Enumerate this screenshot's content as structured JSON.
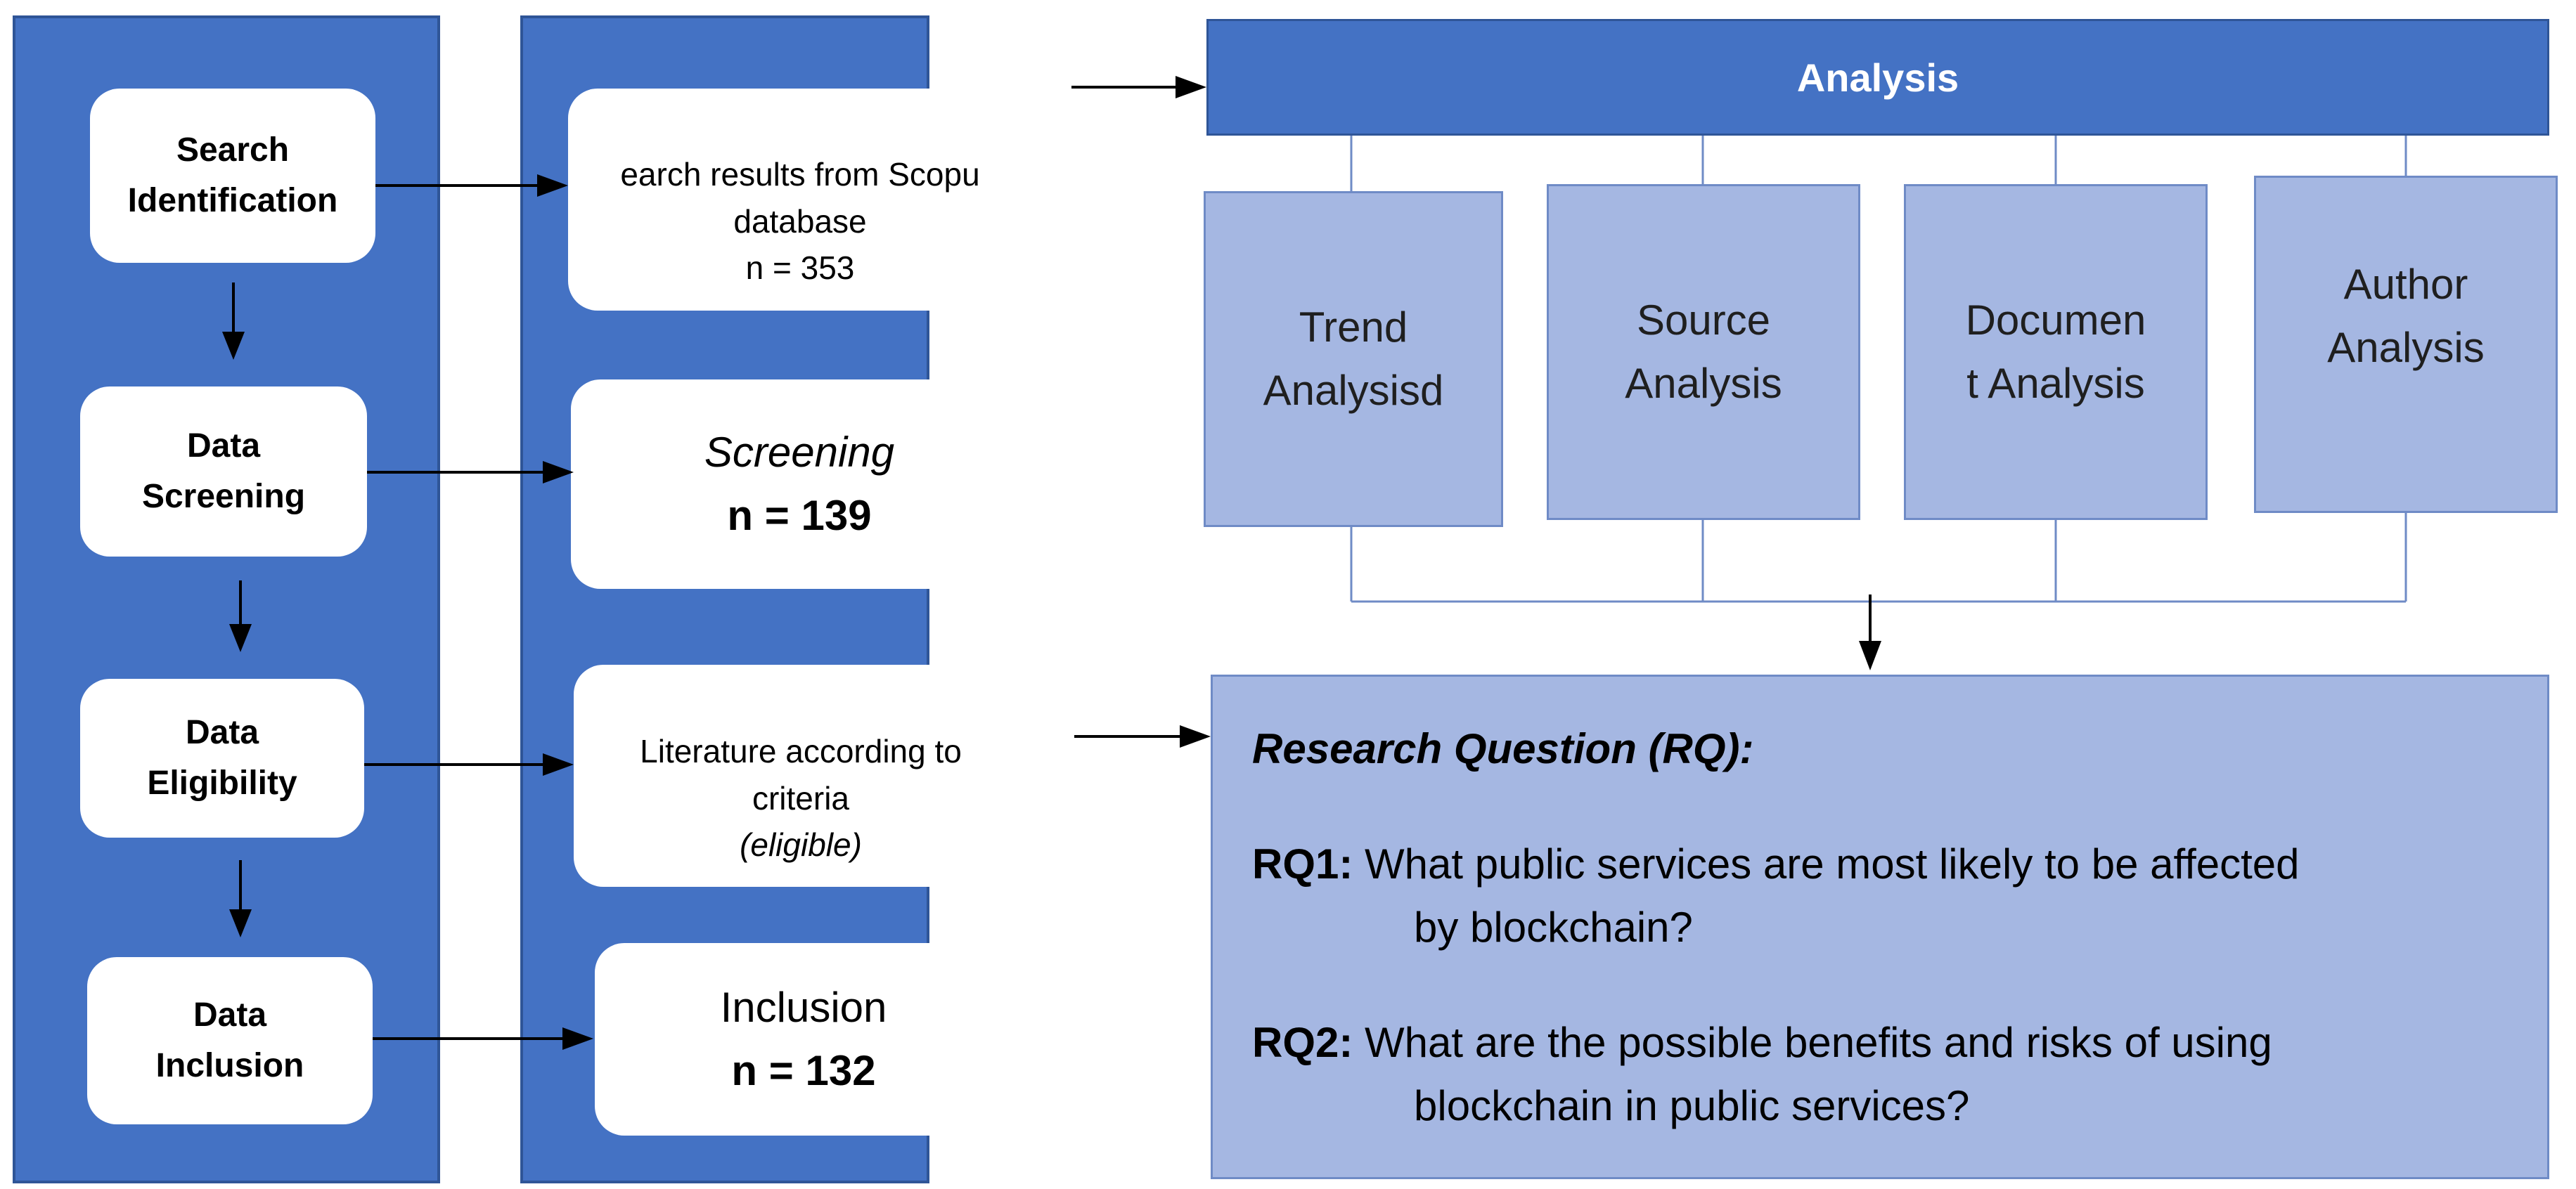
{
  "steps": [
    {
      "line1": "Search",
      "line2": "Identification"
    },
    {
      "line1": "Data",
      "line2": "Screening"
    },
    {
      "line1": "Data",
      "line2": "Eligibility"
    },
    {
      "line1": "Data",
      "line2": "Inclusion"
    }
  ],
  "results": [
    {
      "line1": "earch results from Scopu",
      "line2": "database",
      "line3": "n = 353"
    },
    {
      "line1": "Screening",
      "line2": "n = 139"
    },
    {
      "line1": "Literature according to",
      "line2": "criteria",
      "line3": "(eligible)"
    },
    {
      "line1": "Inclusion",
      "line2": "n = 132"
    }
  ],
  "analysis": {
    "title": "Analysis",
    "items": [
      {
        "line1": "Trend",
        "line2": "Analysisd"
      },
      {
        "line1": "Source",
        "line2": "Analysis"
      },
      {
        "line1": "Documen",
        "line2": "t Analysis"
      },
      {
        "line1": "Author",
        "line2": "Analysis"
      }
    ]
  },
  "research": {
    "title": "Research Question (RQ):",
    "questions": [
      {
        "label": "RQ1:",
        "line1": " What public services are most likely to be affected",
        "line2": "by blockchain?"
      },
      {
        "label": "RQ2:",
        "line1": " What are the possible benefits and risks of using",
        "line2": "blockchain in public services?"
      }
    ]
  },
  "colors": {
    "primary": "#4472c4",
    "border": "#2f5597",
    "light": "#a5b7e2"
  }
}
